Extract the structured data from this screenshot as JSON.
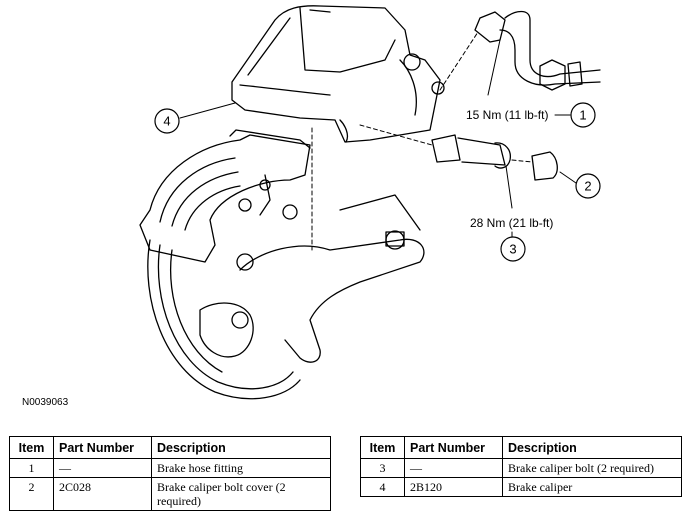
{
  "figure": {
    "id": "N0039063",
    "callouts": [
      {
        "number": "1",
        "torque": "15 Nm (11 lb-ft)"
      },
      {
        "number": "2",
        "torque": ""
      },
      {
        "number": "3",
        "torque": "28 Nm (21 lb-ft)"
      },
      {
        "number": "4",
        "torque": ""
      }
    ]
  },
  "table": {
    "headers": {
      "item": "Item",
      "part_number": "Part Number",
      "description": "Description"
    },
    "rows_left": [
      {
        "item": "1",
        "part_number": "—",
        "description": "Brake hose fitting"
      },
      {
        "item": "2",
        "part_number": "2C028",
        "description": "Brake caliper bolt cover (2 required)"
      }
    ],
    "rows_right": [
      {
        "item": "3",
        "part_number": "—",
        "description": "Brake caliper bolt (2 required)"
      },
      {
        "item": "4",
        "part_number": "2B120",
        "description": "Brake caliper"
      }
    ]
  }
}
